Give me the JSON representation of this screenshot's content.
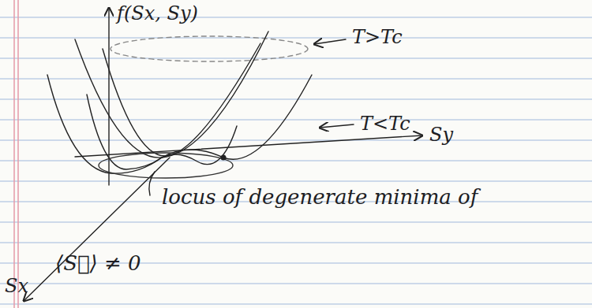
{
  "diagram": {
    "labels": [
      "f(Sx, Sy)",
      "T>Tc",
      "T<Tc",
      "Sy",
      "Sx",
      "locus of degenerate minima of",
      "⟨S⃗⟩ ≠ 0"
    ]
  }
}
